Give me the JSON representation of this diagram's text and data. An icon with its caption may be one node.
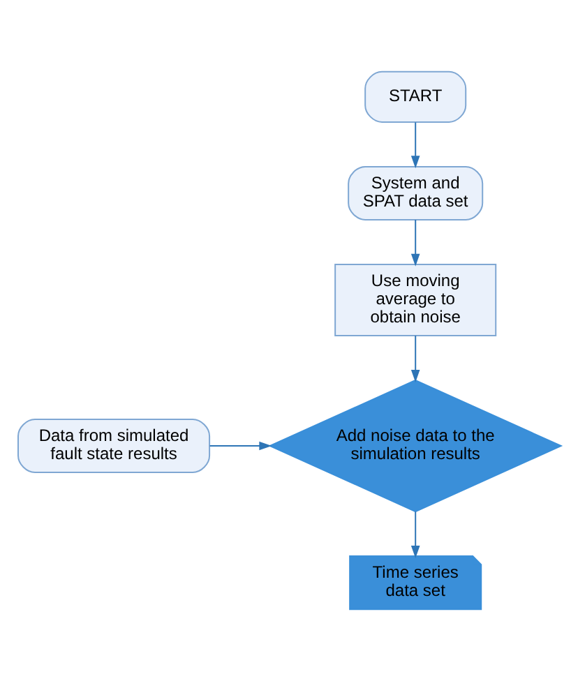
{
  "diagram": {
    "nodes": [
      {
        "text": [
          "START"
        ]
      },
      {
        "text": [
          "System and SPAT data set"
        ]
      },
      {
        "text": [
          "Use moving average to obtain noise"
        ]
      },
      {
        "text": [
          "Data from simulated fault state results"
        ]
      },
      {
        "text": [
          "Add noise data to the simulation results"
        ]
      },
      {
        "text": [
          "Time series data set"
        ]
      }
    ],
    "edges": [
      {
        "from": 0,
        "to": 1,
        "arrow": "to"
      },
      {
        "from": 1,
        "to": 2,
        "arrow": "to"
      },
      {
        "from": 2,
        "to": 4,
        "arrow": "to"
      },
      {
        "from": 3,
        "to": 4,
        "arrow": "to"
      },
      {
        "from": 4,
        "to": 5,
        "arrow": "to"
      }
    ]
  }
}
